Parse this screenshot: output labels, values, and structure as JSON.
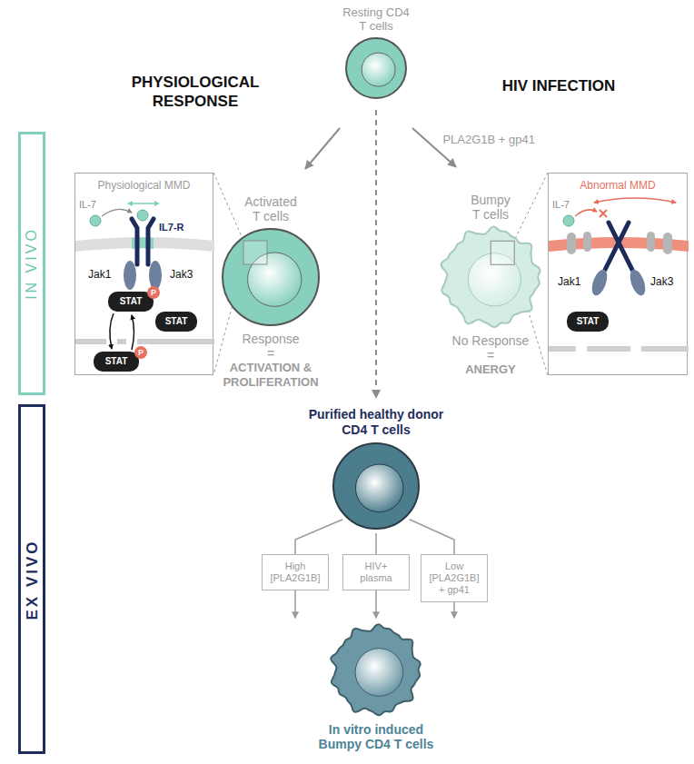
{
  "diagram": {
    "nodes": [
      {
        "text": [
          "Resting CD4 T cells"
        ]
      },
      {
        "text": [
          "IN VIVO"
        ]
      },
      {
        "text": [
          "Physiological MMD",
          "IL-7",
          "IL7-R",
          "Jak1",
          "Jak3",
          "STAT",
          "P",
          "STAT",
          "STAT",
          "P"
        ]
      },
      {
        "text": [
          "Activated T cells",
          "Response =",
          "ACTIVATION & PROLIFERATION"
        ]
      },
      {
        "text": [
          "Bumpy T cells",
          "No Response =",
          "ANERGY"
        ]
      },
      {
        "text": [
          "Abnormal MMD",
          "IL-7",
          "Jak1",
          "Jak3",
          "STAT"
        ]
      },
      {
        "text": [
          "EX VIVO"
        ]
      },
      {
        "text": [
          "Purified healthy donor CD4 T cells"
        ]
      },
      {
        "text": [
          "High [PLA2G1B]"
        ]
      },
      {
        "text": [
          "HIV+ plasma"
        ]
      },
      {
        "text": [
          "Low [PLA2G1B] + gp41"
        ]
      },
      {
        "text": [
          "In vitro induced Bumpy CD4 T cells"
        ]
      }
    ],
    "edges": [
      {
        "from": 0,
        "to": 3,
        "arrow": "to"
      },
      {
        "from": 0,
        "to": 4,
        "label": "PLA2G1B + gp41",
        "arrow": "to"
      },
      {
        "from": 0,
        "to": 7,
        "arrow": "to"
      },
      {
        "from": 3,
        "to": 2,
        "arrow": "none"
      },
      {
        "from": 4,
        "to": 5,
        "arrow": "none"
      },
      {
        "from": 7,
        "to": 8,
        "arrow": "none"
      },
      {
        "from": 7,
        "to": 9,
        "arrow": "none"
      },
      {
        "from": 7,
        "to": 10,
        "arrow": "none"
      },
      {
        "from": 8,
        "to": 11,
        "arrow": "to"
      },
      {
        "from": 9,
        "to": 11,
        "arrow": "to"
      },
      {
        "from": 10,
        "to": 11,
        "arrow": "to"
      }
    ],
    "labels": [
      "PHYSIOLOGICAL RESPONSE",
      "HIV INFECTION"
    ]
  }
}
